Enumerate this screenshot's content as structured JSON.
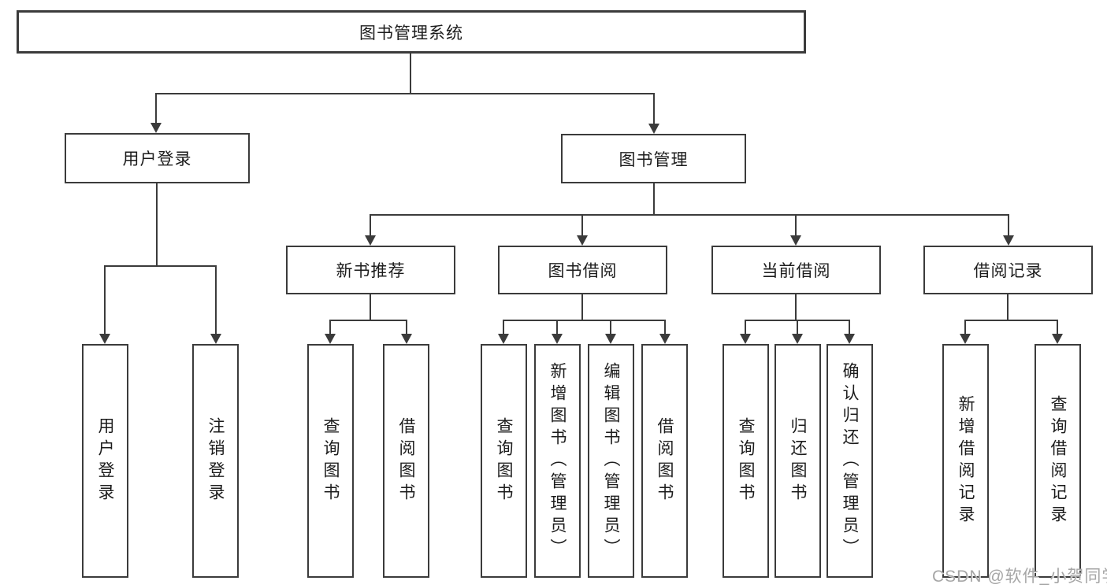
{
  "diagram": {
    "root": {
      "label": "图书管理系统"
    },
    "user_login": {
      "label": "用户登录",
      "children": [
        {
          "label": "用户登录"
        },
        {
          "label": "注销登录"
        }
      ]
    },
    "book_mgmt": {
      "label": "图书管理",
      "children": [
        {
          "label": "新书推荐",
          "children": [
            {
              "label": "查询图书"
            },
            {
              "label": "借阅图书"
            }
          ]
        },
        {
          "label": "图书借阅",
          "children": [
            {
              "label": "查询图书"
            },
            {
              "label": "新增图书（管理员）"
            },
            {
              "label": "编辑图书（管理员）"
            },
            {
              "label": "借阅图书"
            }
          ]
        },
        {
          "label": "当前借阅",
          "children": [
            {
              "label": "查询图书"
            },
            {
              "label": "归还图书"
            },
            {
              "label": "确认归还（管理员）"
            }
          ]
        },
        {
          "label": "借阅记录",
          "children": [
            {
              "label": "新增借阅记录"
            },
            {
              "label": "查询借阅记录"
            }
          ]
        }
      ]
    }
  },
  "watermark": {
    "text": "CSDN @软件_小贺同学"
  },
  "colors": {
    "line": "#3b3b3b",
    "text": "#1c1c1c",
    "watermark": "#a6a6a6",
    "background": "#ffffff"
  }
}
